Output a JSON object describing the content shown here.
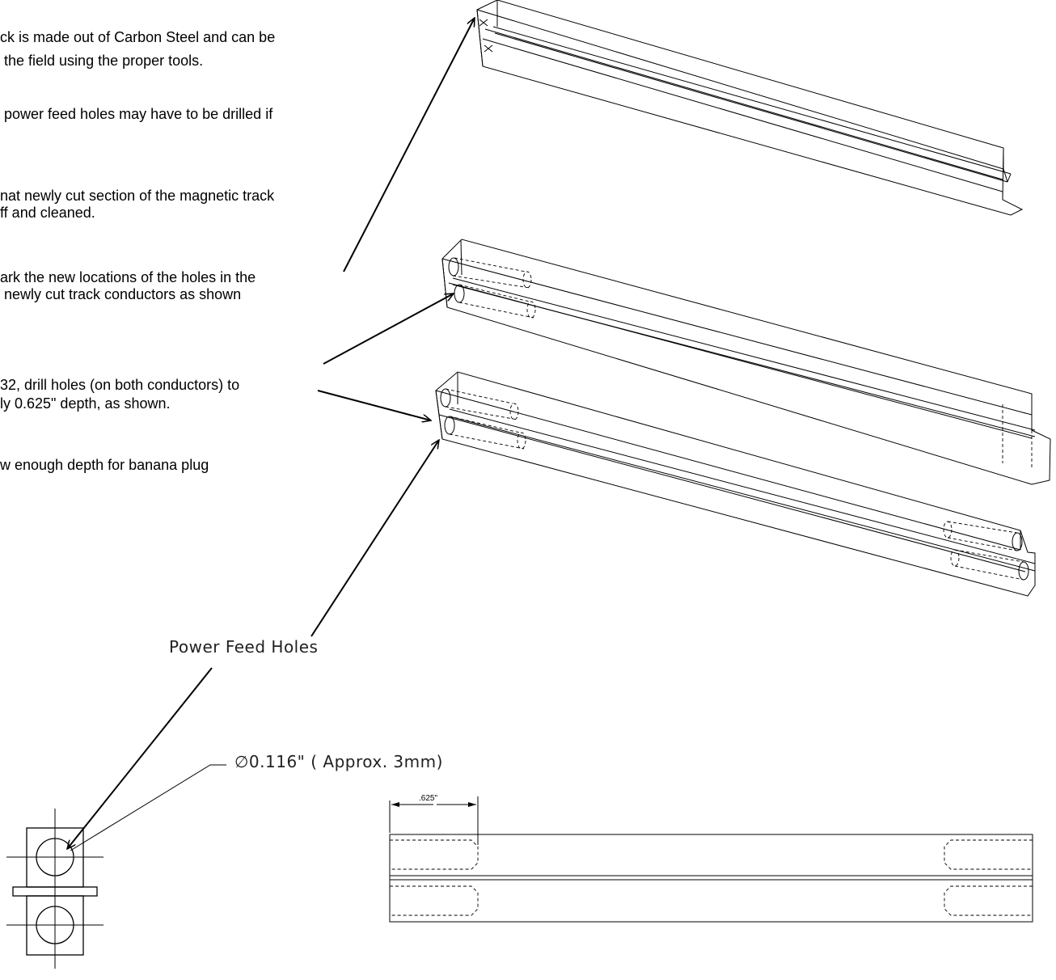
{
  "notes": [
    "ck is made out of Carbon Steel and can be",
    " the field using the proper tools.",
    " power feed holes may have to be drilled if",
    "nat newly cut section of the magnetic track",
    "ff and cleaned.",
    "ark the new locations of the holes in the",
    " newly cut track conductors as shown",
    "32, drill holes (on both conductors) to",
    "ly 0.625\" depth, as shown.",
    "w enough depth for banana plug"
  ],
  "callouts": {
    "power_feed_holes": "Power Feed Holes",
    "hole_diameter": "∅0.116\" ( Approx. 3mm)",
    "depth_dimension": ".625\""
  }
}
